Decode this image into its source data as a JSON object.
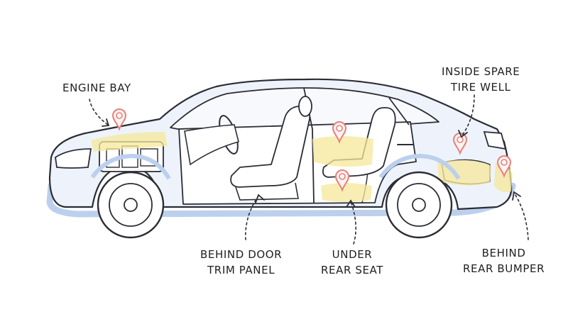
{
  "colors": {
    "outline": "#2b2d36",
    "body_tint": "#eef3fb",
    "blue_shadow": "#bcd0ee",
    "glass": "#f7f9fd",
    "highlight": "#f6e89a",
    "marker": "#e8807a",
    "tire": "#ffffff"
  },
  "icons": {
    "marker": "map-pin-icon",
    "pointer": "dotted-arrow-icon"
  },
  "callouts": [
    {
      "id": "engine-bay",
      "lines": [
        "ENGINE BAY"
      ]
    },
    {
      "id": "spare-tire-well",
      "lines": [
        "INSIDE SPARE",
        "TIRE WELL"
      ]
    },
    {
      "id": "door-trim-panel",
      "lines": [
        "BEHIND DOOR",
        "TRIM PANEL"
      ]
    },
    {
      "id": "rear-seat",
      "lines": [
        "UNDER",
        "REAR SEAT"
      ]
    },
    {
      "id": "rear-bumper",
      "lines": [
        "BEHIND",
        "REAR BUMPER"
      ]
    }
  ]
}
